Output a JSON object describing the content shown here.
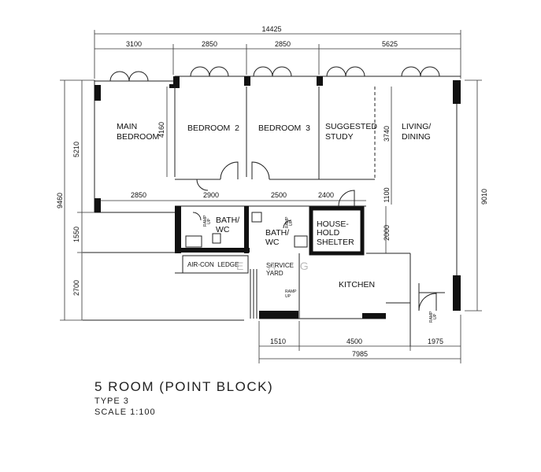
{
  "plan": {
    "title": "5 ROOM (POINT BLOCK)",
    "type": "TYPE 3",
    "scale": "SCALE 1:100",
    "watermark": "E  A  G"
  },
  "dimensions": {
    "overall_top": "14425",
    "top_segments": [
      "3100",
      "2850",
      "2850",
      "5625"
    ],
    "left_outer": "9460",
    "left_inner": [
      "5210",
      "1550",
      "2700"
    ],
    "right_outer": "9010",
    "bottom_segments": [
      "1510",
      "4500",
      "1975"
    ],
    "bottom_overall": "7985",
    "internal": {
      "main_bedroom_height": "4160",
      "study_height": "3740",
      "study_corridor": "1100",
      "shelter_height": "2000",
      "corridor_widths": [
        "2850",
        "2900",
        "2500",
        "2400"
      ]
    }
  },
  "rooms": {
    "main_bedroom": [
      "MAIN",
      "BEDROOM"
    ],
    "bedroom_2": "BEDROOM  2",
    "bedroom_3": "BEDROOM  3",
    "study": [
      "SUGGESTED",
      "STUDY"
    ],
    "living": [
      "LIVING/",
      "DINING"
    ],
    "bath1": [
      "BATH/",
      "WC"
    ],
    "bath2": [
      "BATH/",
      "WC"
    ],
    "shelter": [
      "HOUSE-",
      "HOLD",
      "SHELTER"
    ],
    "aircon": "AIR-CON  LEDGE",
    "service_yard": [
      "SERVICE",
      "YARD"
    ],
    "kitchen": "KITCHEN"
  },
  "tags": {
    "ramp_up": [
      "RAMP",
      "UP"
    ]
  }
}
